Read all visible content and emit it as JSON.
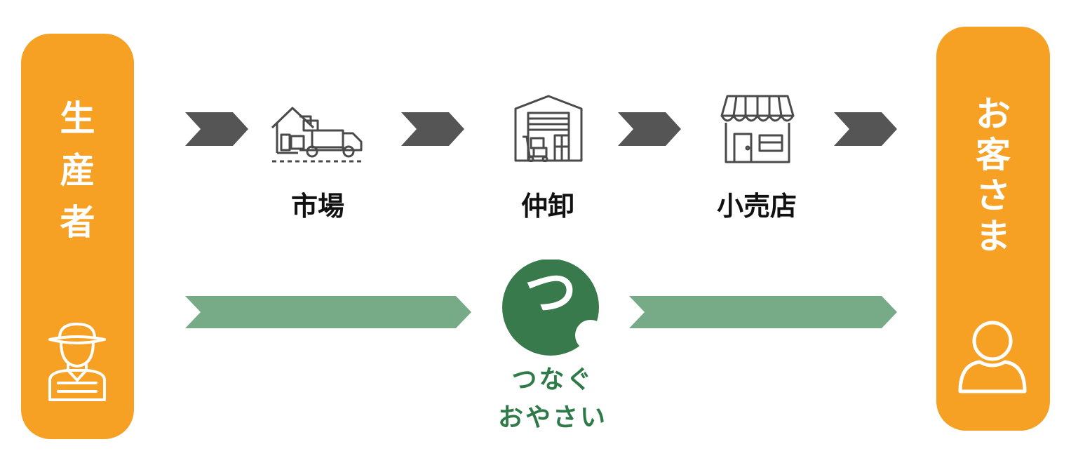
{
  "producer": {
    "chars": [
      "生",
      "産",
      "者"
    ],
    "icon": "farmer-icon"
  },
  "customer": {
    "chars": [
      "お",
      "客",
      "さ",
      "ま"
    ],
    "icon": "person-icon"
  },
  "route": {
    "stages": [
      {
        "label": "市場",
        "icon": "market-truck-icon"
      },
      {
        "label": "仲卸",
        "icon": "warehouse-icon"
      },
      {
        "label": "小売店",
        "icon": "store-icon"
      }
    ]
  },
  "direct": {
    "logo_char": "つ",
    "brand_line1": "つなぐ",
    "brand_line2": "おやさい"
  },
  "colors": {
    "pillar": "#f6a024",
    "chevron": "#555555",
    "direct_arrow": "#77ab87",
    "logo": "#387a4c",
    "brand_text": "#2f7a49"
  }
}
